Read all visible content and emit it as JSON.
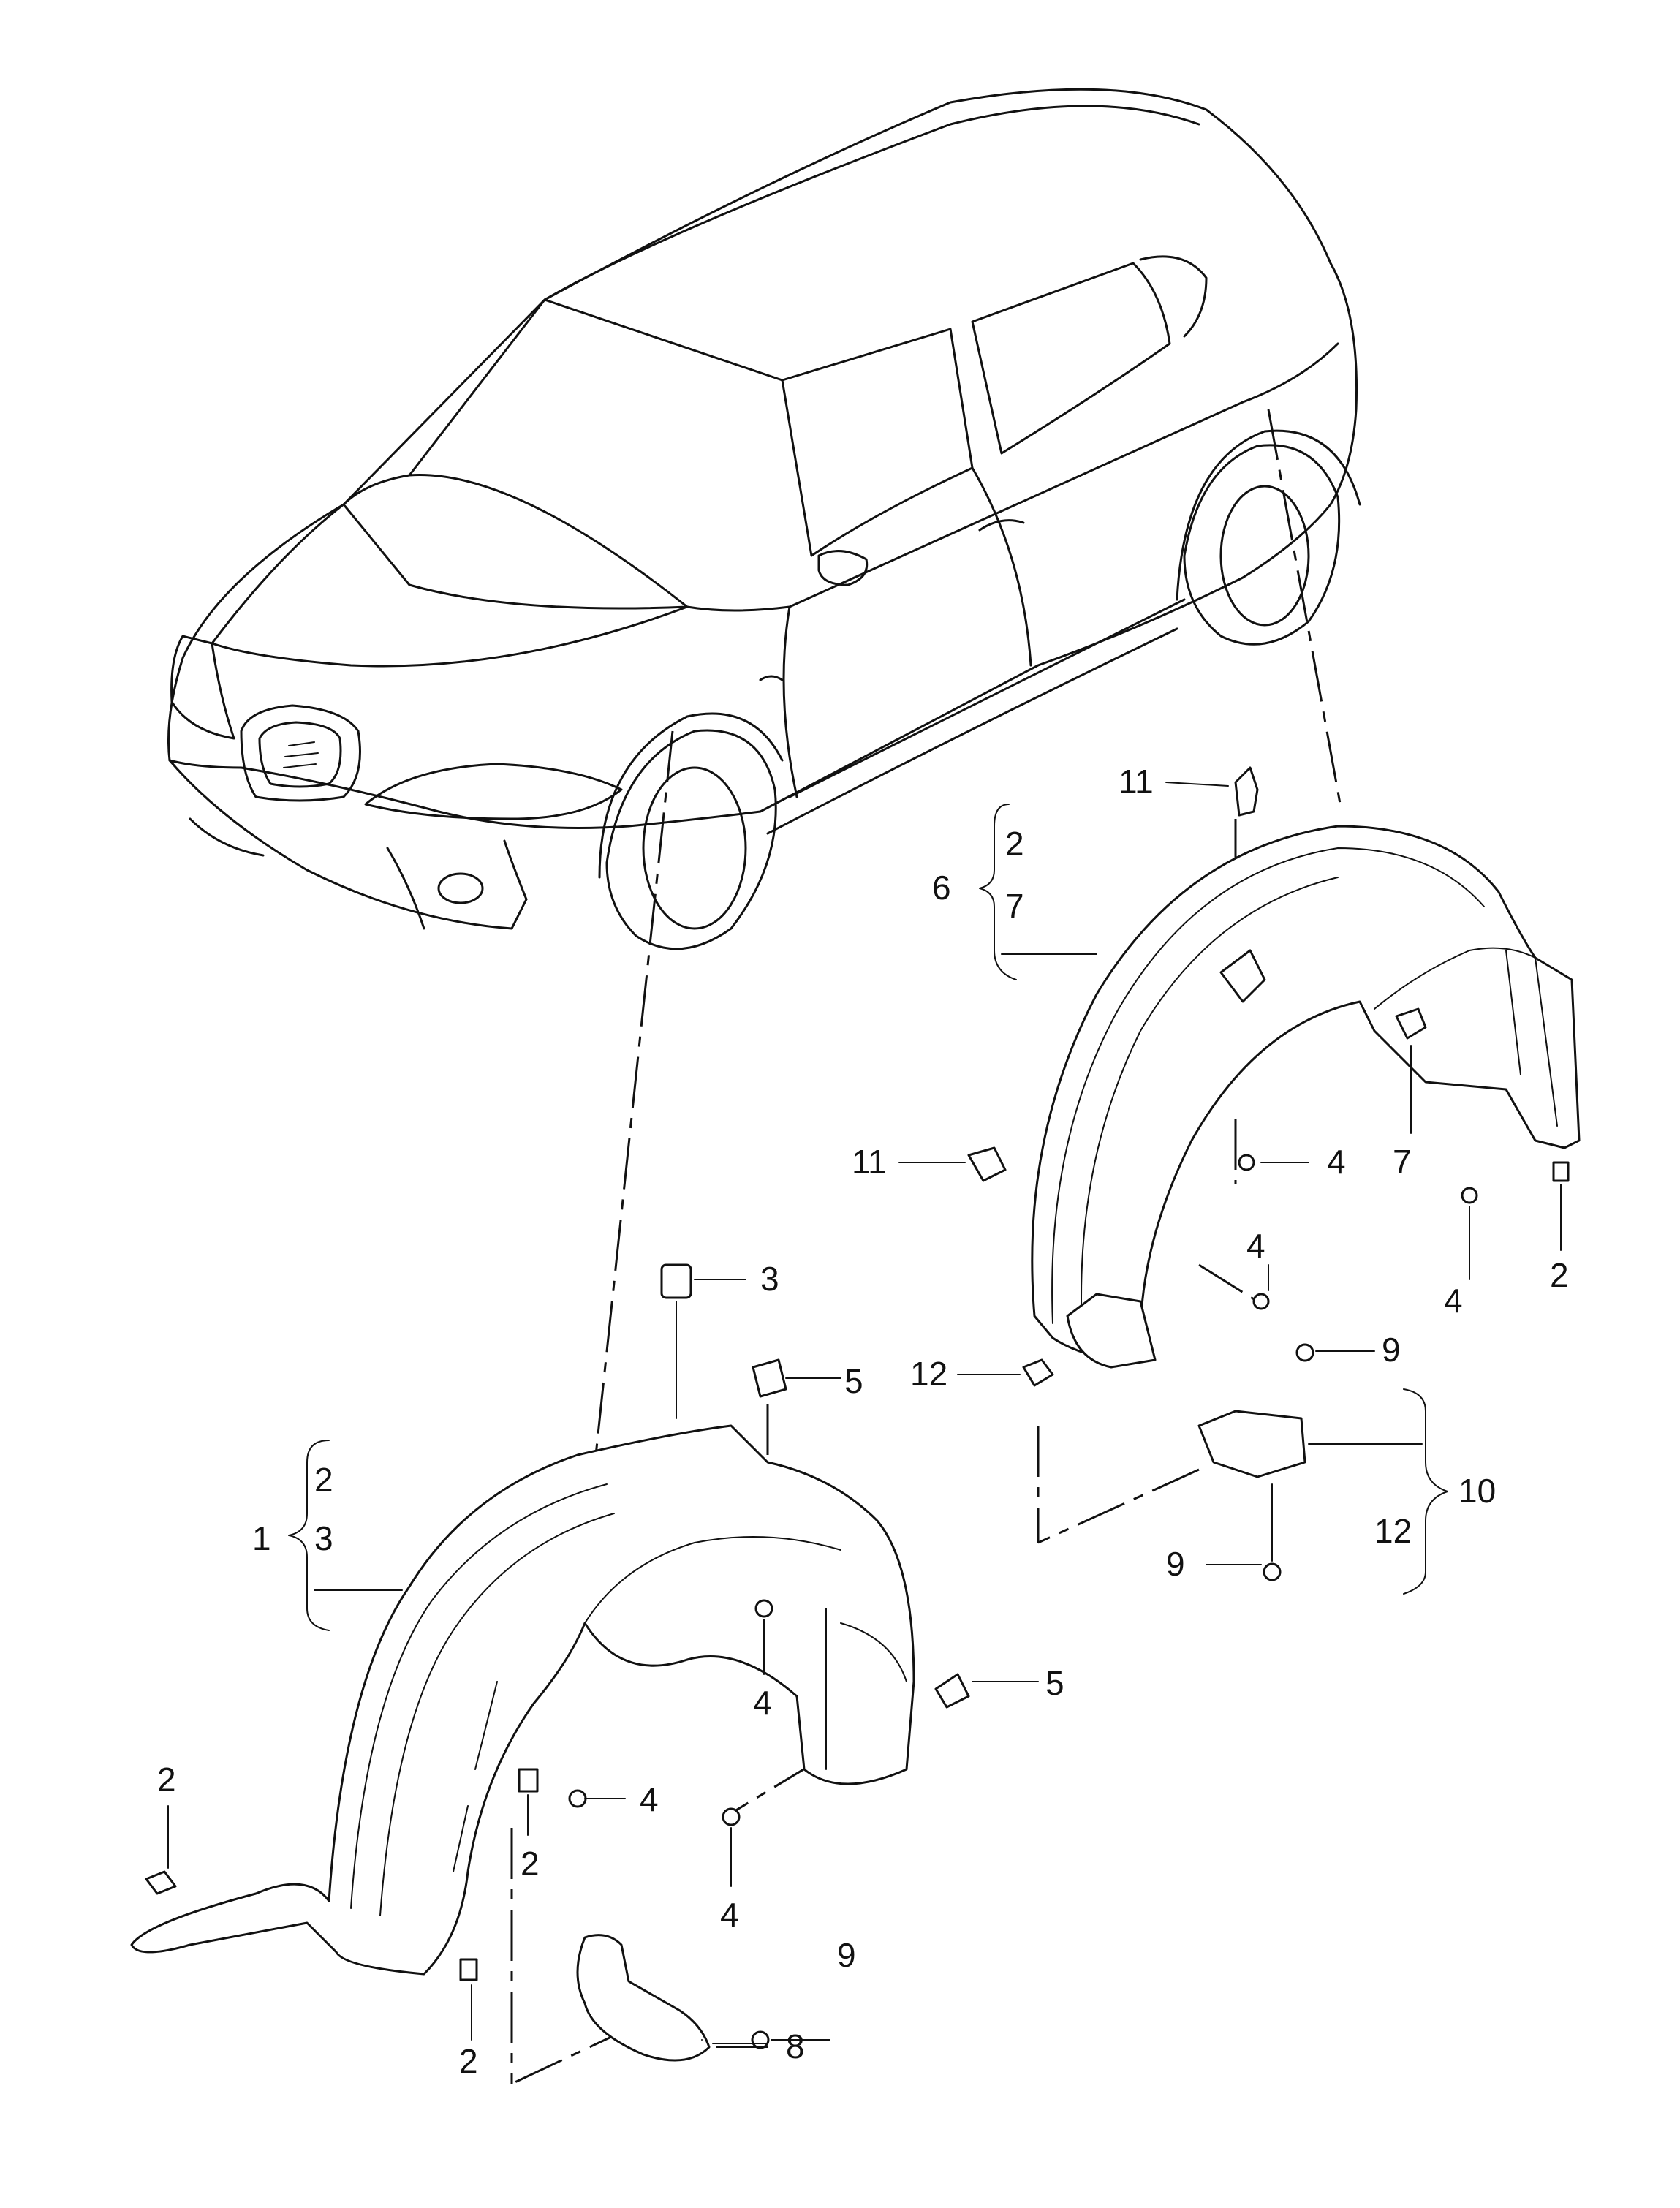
{
  "labels": {
    "l11_top": "11",
    "l6_2": "2",
    "l6": "6",
    "l6_7": "7",
    "l11_mid": "11",
    "l4_a": "4",
    "l7": "7",
    "l4_b": "4",
    "l4_c": "4",
    "l2_a": "2",
    "l3": "3",
    "l5_a": "5",
    "l9_a": "9",
    "l12_a": "12",
    "l1_2": "2",
    "l1": "1",
    "l1_3": "3",
    "l10": "10",
    "l12_b": "12",
    "l9_b": "9",
    "l4_d": "4",
    "l5_b": "5",
    "l2_b": "2",
    "l4_e": "4",
    "l2_c": "2",
    "l4_f": "4",
    "l9_c": "9",
    "l8": "8",
    "l2_d": "2"
  },
  "colors": {
    "line": "#111111",
    "background": "#ffffff"
  }
}
